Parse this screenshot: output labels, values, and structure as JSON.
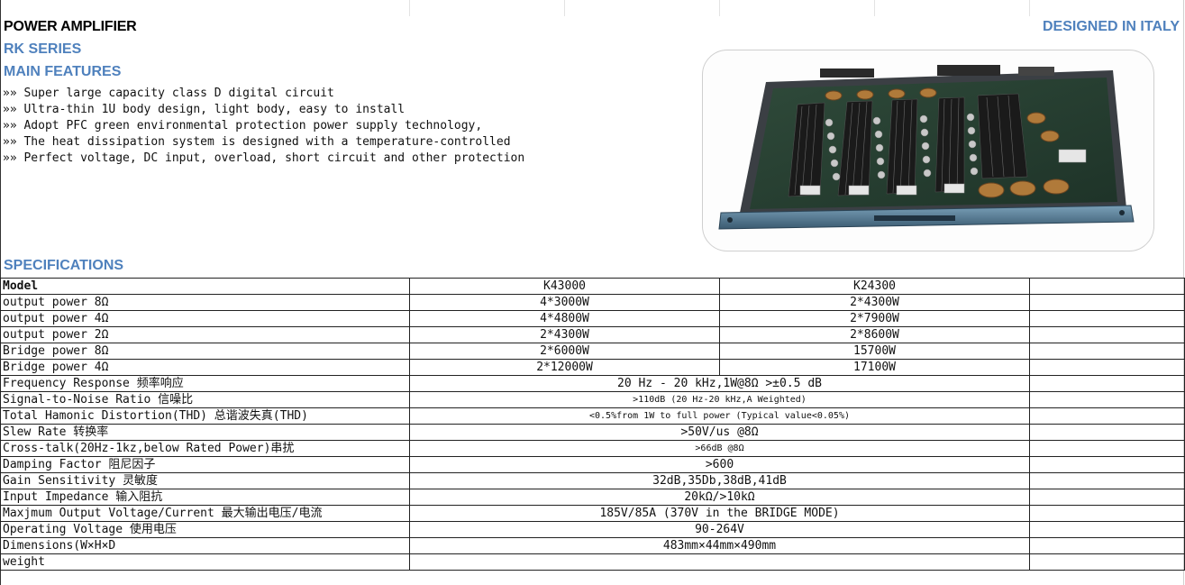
{
  "header": {
    "title": "POWER AMPLIFIER",
    "series": "RK SERIES",
    "designed": "DESIGNED IN ITALY",
    "features_heading": "MAIN FEATURES",
    "specs_heading": "SPECIFICATIONS"
  },
  "features": [
    "»» Super large capacity class D digital circuit",
    "»» Ultra-thin 1U body design, light body, easy to install",
    "»» Adopt PFC green environmental protection power supply technology,",
    "»» The heat dissipation system is designed with a temperature-controlled",
    "»» Perfect voltage, DC input, overload, short circuit and other protection"
  ],
  "colors": {
    "accent": "#4f81bd",
    "border": "#222222"
  },
  "table": {
    "models": {
      "label": "Model",
      "a": "K43000",
      "b": "K24300"
    },
    "model_rows": [
      {
        "label": "output power  8Ω",
        "a": "4*3000W",
        "b": "2*4300W"
      },
      {
        "label": "output power  4Ω",
        "a": "4*4800W",
        "b": "2*7900W"
      },
      {
        "label": "output power  2Ω",
        "a": "2*4300W",
        "b": "2*8600W"
      },
      {
        "label": "Bridge power  8Ω",
        "a": "2*6000W",
        "b": "15700W"
      },
      {
        "label": "Bridge power  4Ω",
        "a": "2*12000W",
        "b": "17100W"
      }
    ],
    "shared_rows": [
      {
        "label": "Frequency Response 频率响应",
        "value": "20 Hz - 20 kHz,1W@8Ω >±0.5 dB",
        "small": false
      },
      {
        "label": "Signal-to-Noise Ratio 信噪比",
        "value": ">110dB (20 Hz-20 kHz,A Weighted)",
        "small": true
      },
      {
        "label": "Total Hamonic Distortion(THD) 总谐波失真(THD)",
        "value": "<0.5%from 1W to full power (Typical value<0.05%)",
        "small": true
      },
      {
        "label": "Slew Rate 转换率",
        "value": ">50V/us @8Ω",
        "small": false
      },
      {
        "label": "Cross-talk(20Hz-1kz,below Rated Power)串扰",
        "value": ">66dB @8Ω",
        "small": true
      },
      {
        "label": "Damping Factor 阻尼因子",
        "value": ">600",
        "small": false
      },
      {
        "label": "Gain Sensitivity 灵敏度",
        "value": "32dB,35Db,38dB,41dB",
        "small": false
      },
      {
        "label": "Input Impedance 输入阻抗",
        "value": "20kΩ/>10kΩ",
        "small": false
      },
      {
        "label": "Maxjmum Output Voltage/Current 最大输出电压/电流",
        "value": "185V/85A (370V in the BRIDGE MODE)",
        "small": false
      },
      {
        "label": "Operating Voltage 使用电压",
        "value": "90-264V",
        "small": false
      },
      {
        "label": "Dimensions(W×H×D",
        "value": "483mm×44mm×490mm",
        "small": false
      },
      {
        "label": "weight",
        "value": "",
        "small": false
      }
    ]
  }
}
